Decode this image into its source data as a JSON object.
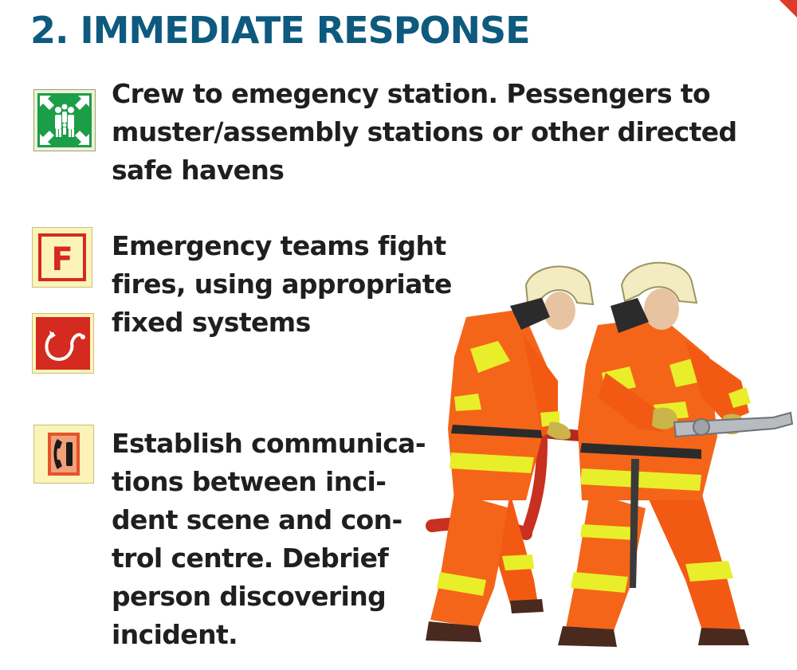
{
  "title": "2. IMMEDIATE RESPONSE",
  "items": [
    {
      "icon": "muster-station-icon",
      "text": "Crew to emegency station. Pessengers to\nmuster/assembly stations or other directed\nsafe havens"
    },
    {
      "icon": "fire-extinguisher-sign-icon",
      "icon_letter": "F",
      "text": "Emergency teams fight\nfires, using appropriate\nfixed systems"
    },
    {
      "icon": "fire-hose-reel-icon"
    },
    {
      "icon": "emergency-telephone-icon",
      "text": "Establish communica-\ntions between inci-\ndent scene and con-\ntrol centre. Debrief\nperson discovering\nincident."
    }
  ],
  "illustration": "firefighters-with-hose",
  "colors": {
    "title": "#0d5a7e",
    "safe_green": "#1b9e48",
    "fire_red": "#d42a1f",
    "sign_cream": "#fbf3b8",
    "suit_orange": "#f4651a",
    "suit_yellow": "#e9ee2a"
  }
}
